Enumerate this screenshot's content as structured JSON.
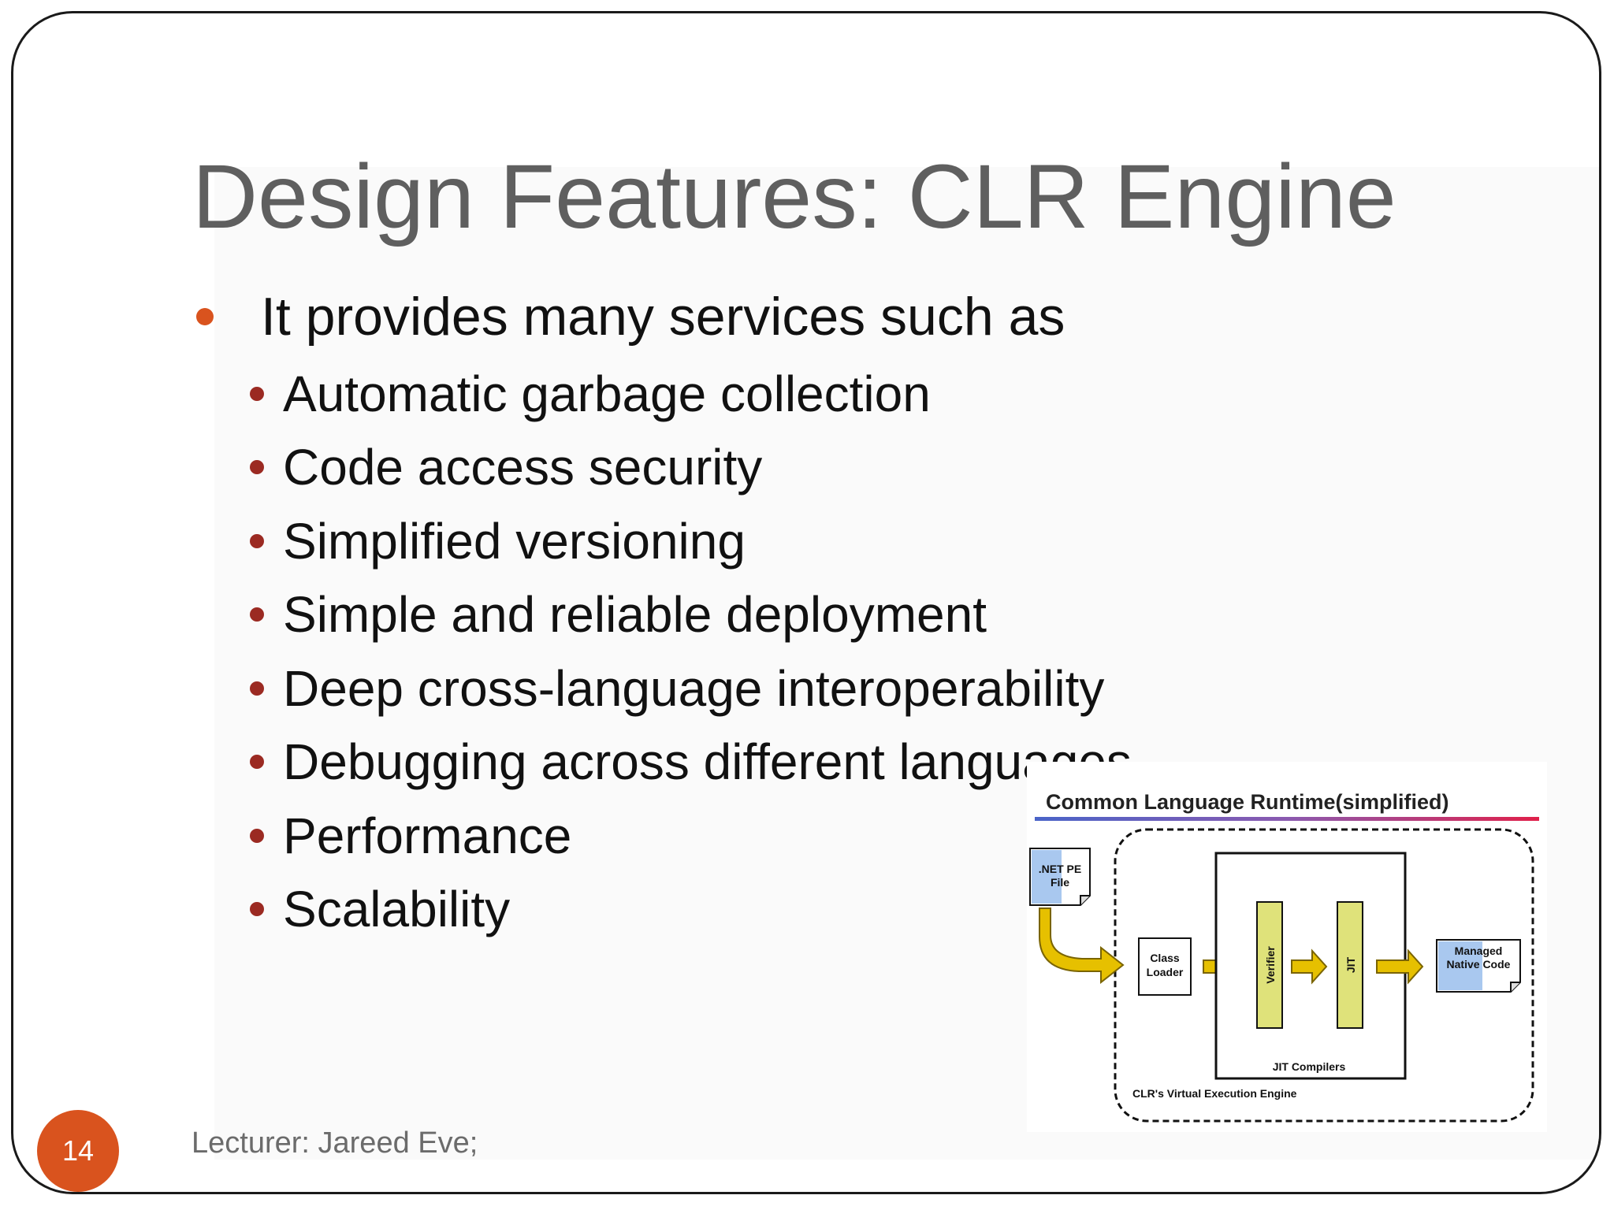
{
  "slide": {
    "title": "Design Features: CLR Engine",
    "main_bullet": "It provides many services such as",
    "sub_bullets": [
      "Automatic garbage collection",
      "Code access security",
      "Simplified versioning",
      "Simple and reliable deployment",
      "Deep cross-language interoperability",
      "Debugging across different languages",
      "Performance",
      "Scalability"
    ],
    "page_number": "14",
    "footer": "Lecturer: Jareed Eve;"
  },
  "diagram": {
    "title": "Common Language  Runtime(simplified)",
    "pe_file_line1": ".NET PE",
    "pe_file_line2": "File",
    "class_loader_line1": "Class",
    "class_loader_line2": "Loader",
    "verifier": "Verifier",
    "jit": "JIT",
    "jit_compilers": "JIT Compilers",
    "managed_line1": "Managed",
    "managed_line2": "Native Code",
    "engine_label": "CLR's Virtual Execution Engine"
  },
  "colors": {
    "accent_orange": "#d9531e",
    "sub_bullet_red": "#9b2a22",
    "title_gray": "#5f5f5f",
    "diagram_arrow_yellow": "#e6c000",
    "diagram_box_yellow": "#dfe27a",
    "diagram_file_blue": "#a9c8ef"
  }
}
